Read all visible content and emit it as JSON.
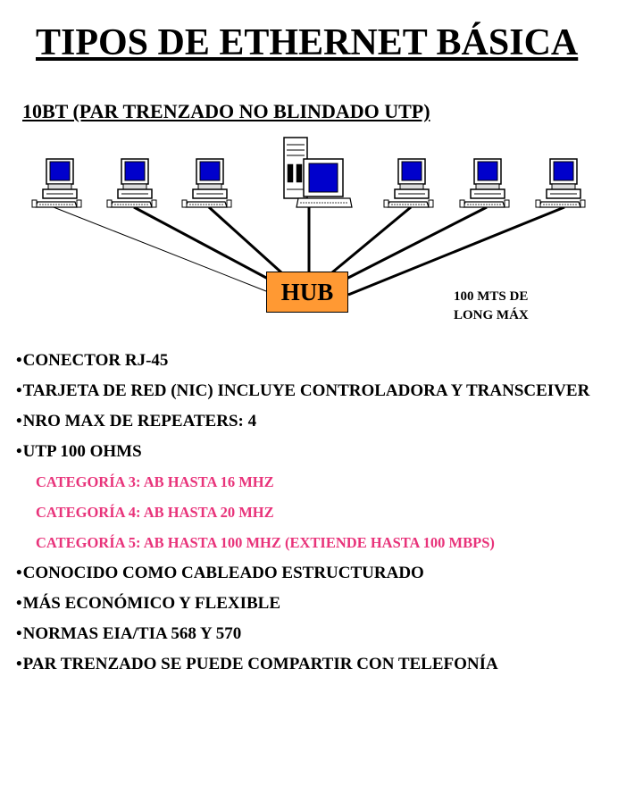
{
  "title": "TIPOS DE ETHERNET BÁSICA",
  "subtitle": "10BT (PAR TRENZADO NO BLINDADO UTP)",
  "diagram": {
    "hub_label": "HUB",
    "distance_note_line1": "100 MTS DE",
    "distance_note_line2": "LONG MÁX",
    "nodes": [
      "workstation-1",
      "workstation-2",
      "workstation-3",
      "server",
      "workstation-4",
      "workstation-5",
      "workstation-6"
    ]
  },
  "bullets": [
    {
      "text": "CONECTOR RJ-45"
    },
    {
      "text": "TARJETA DE RED (NIC) INCLUYE CONTROLADORA Y TRANSCEIVER"
    },
    {
      "text": "NRO MAX DE REPEATERS: 4"
    },
    {
      "text": "UTP 100 OHMS"
    }
  ],
  "categories": [
    "CATEGORÍA 3: AB HASTA 16 MHZ",
    "CATEGORÍA 4: AB HASTA 20 MHZ",
    "CATEGORÍA 5: AB HASTA 100 MHZ (EXTIENDE HASTA 100 MBPS)"
  ],
  "bullets_after": [
    {
      "text": "CONOCIDO COMO CABLEADO ESTRUCTURADO"
    },
    {
      "text": "MÁS ECONÓMICO Y FLEXIBLE"
    },
    {
      "text": "NORMAS EIA/TIA 568 Y 570"
    },
    {
      "text": "PAR TRENZADO SE PUEDE COMPARTIR CON TELEFONÍA"
    }
  ],
  "colors": {
    "hub": "#ff9933",
    "category_text": "#e8337a",
    "screen": "#0000cc"
  }
}
